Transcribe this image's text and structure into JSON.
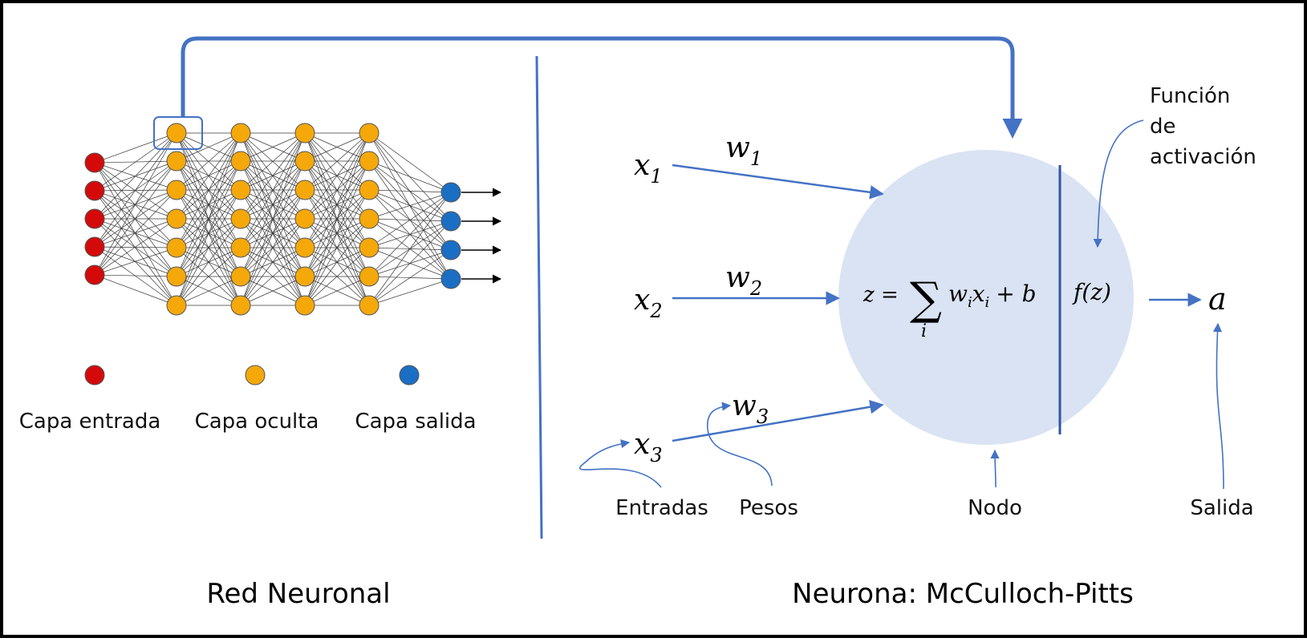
{
  "colors": {
    "input": "#d40a0a",
    "hidden": "#f5a80a",
    "output": "#1a6fc4",
    "accent": "#4472c4",
    "node_fill": "#dae3f3"
  },
  "network": {
    "legend": {
      "input_label": "Capa entrada",
      "hidden_label": "Capa oculta",
      "output_label": "Capa salida"
    },
    "caption": "Red Neuronal"
  },
  "neuron": {
    "caption": "Neurona: McCulloch-Pitts",
    "inputs": [
      {
        "var": "x",
        "sub": "1",
        "weight_var": "w",
        "weight_sub": "1"
      },
      {
        "var": "x",
        "sub": "2",
        "weight_var": "w",
        "weight_sub": "2"
      },
      {
        "var": "x",
        "sub": "3",
        "weight_var": "w",
        "weight_sub": "3"
      }
    ],
    "formula": {
      "lhs": "z =",
      "sum_symbol": "∑",
      "sum_index": "i",
      "w": "w",
      "w_sub": "i",
      "x": "x",
      "x_sub": "i",
      "tail": "+ b"
    },
    "activation": "f(z)",
    "output_symbol": "a",
    "labels": {
      "activation_line1": "Función",
      "activation_line2": "de",
      "activation_line3": "activación",
      "inputs": "Entradas",
      "weights": "Pesos",
      "node": "Nodo",
      "output": "Salida"
    }
  }
}
